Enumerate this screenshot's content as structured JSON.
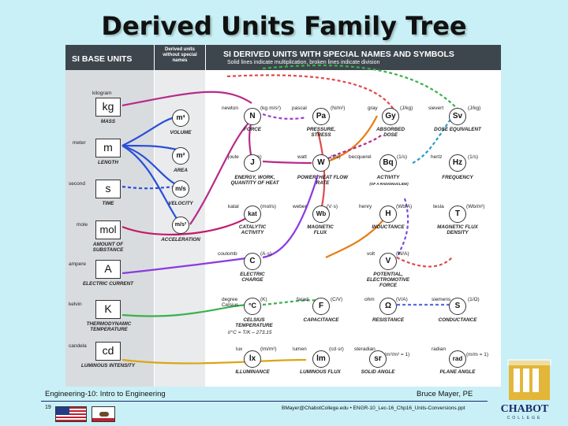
{
  "title": "Derived Units Family Tree",
  "header": {
    "base": "SI BASE UNITS",
    "middle": "Derived units without special names",
    "derived": "SI DERIVED UNITS WITH SPECIAL NAMES AND SYMBOLS",
    "derived_sub": "Solid lines indicate multiplication, broken lines indicate division"
  },
  "base_units": [
    {
      "name": "kilogram",
      "symbol": "kg",
      "quantity": "MASS"
    },
    {
      "name": "meter",
      "symbol": "m",
      "quantity": "LENGTH"
    },
    {
      "name": "second",
      "symbol": "s",
      "quantity": "TIME"
    },
    {
      "name": "mole",
      "symbol": "mol",
      "quantity": "AMOUNT OF SUBSTANCE"
    },
    {
      "name": "ampere",
      "symbol": "A",
      "quantity": "ELECTRIC CURRENT"
    },
    {
      "name": "kelvin",
      "symbol": "K",
      "quantity": "THERMODYNAMIC TEMPERATURE"
    },
    {
      "name": "candela",
      "symbol": "cd",
      "quantity": "LUMINOUS INTENSITY"
    }
  ],
  "middle_units": [
    {
      "symbol": "m³",
      "quantity": "VOLUME"
    },
    {
      "symbol": "m²",
      "quantity": "AREA"
    },
    {
      "symbol": "m/s",
      "quantity": "VELOCITY"
    },
    {
      "symbol": "m/s²",
      "quantity": "ACCELERATION"
    }
  ],
  "derived_units": [
    {
      "name": "newton",
      "def": "(kg·m/s²)",
      "symbol": "N",
      "quantity": "FORCE"
    },
    {
      "name": "pascal",
      "def": "(N/m²)",
      "symbol": "Pa",
      "quantity": "PRESSURE, STRESS"
    },
    {
      "name": "gray",
      "def": "(J/kg)",
      "symbol": "Gy",
      "quantity": "ABSORBED DOSE"
    },
    {
      "name": "sievert",
      "def": "(J/kg)",
      "symbol": "Sv",
      "quantity": "DOSE EQUIVALENT"
    },
    {
      "name": "joule",
      "def": "(N·m)",
      "symbol": "J",
      "quantity": "ENERGY, WORK, QUANTITY OF HEAT"
    },
    {
      "name": "watt",
      "def": "(J/s)",
      "symbol": "W",
      "quantity": "POWER, HEAT FLOW RATE"
    },
    {
      "name": "becquerel",
      "def": "(1/s)",
      "symbol": "Bq",
      "quantity": "ACTIVITY",
      "note": "(OF A RADIONUCLIDE)"
    },
    {
      "name": "hertz",
      "def": "(1/s)",
      "symbol": "Hz",
      "quantity": "FREQUENCY"
    },
    {
      "name": "katal",
      "def": "(mol/s)",
      "symbol": "kat",
      "quantity": "CATALYTIC ACTIVITY"
    },
    {
      "name": "weber",
      "def": "(V·s)",
      "symbol": "Wb",
      "quantity": "MAGNETIC FLUX"
    },
    {
      "name": "henry",
      "def": "(Wb/A)",
      "symbol": "H",
      "quantity": "INDUCTANCE"
    },
    {
      "name": "tesla",
      "def": "(Wb/m²)",
      "symbol": "T",
      "quantity": "MAGNETIC FLUX DENSITY"
    },
    {
      "name": "coulomb",
      "def": "(A·s)",
      "symbol": "C",
      "quantity": "ELECTRIC CHARGE"
    },
    {
      "name": "volt",
      "def": "(W/A)",
      "symbol": "V",
      "quantity": "POTENTIAL, ELECTROMOTIVE FORCE"
    },
    {
      "name": "degree Celsius",
      "def": "(K)",
      "symbol": "°C",
      "quantity": "CELSIUS TEMPERATURE",
      "formula": "t/°C = T/K – 273.15"
    },
    {
      "name": "farad",
      "def": "(C/V)",
      "symbol": "F",
      "quantity": "CAPACITANCE"
    },
    {
      "name": "ohm",
      "def": "(V/A)",
      "symbol": "Ω",
      "quantity": "RESISTANCE"
    },
    {
      "name": "siemens",
      "def": "(1/Ω)",
      "symbol": "S",
      "quantity": "CONDUCTANCE"
    },
    {
      "name": "lux",
      "def": "(lm/m²)",
      "symbol": "lx",
      "quantity": "ILLUMINANCE"
    },
    {
      "name": "lumen",
      "def": "(cd·sr)",
      "symbol": "lm",
      "quantity": "LUMINOUS FLUX"
    },
    {
      "name": "steradian",
      "def": "(m²/m² = 1)",
      "symbol": "sr",
      "quantity": "SOLID ANGLE"
    },
    {
      "name": "radian",
      "def": "(m/m = 1)",
      "symbol": "rad",
      "quantity": "PLANE ANGLE"
    }
  ],
  "footer": {
    "course": "Engineering-10: Intro to Engineering",
    "author": "Bruce Mayer, PE",
    "page": "19",
    "email": "BMayer@ChabotCollege.edu • ENGR-10_Lec-16_Chp16_Units-Conversions.ppt",
    "logo_text": "CHABOT",
    "logo_sub": "COLLEGE"
  },
  "colors": {
    "background": "#c9f0f6",
    "header": "#3e464d",
    "base_column": "#d9dcdf",
    "middle_column": "#e9ebed"
  }
}
